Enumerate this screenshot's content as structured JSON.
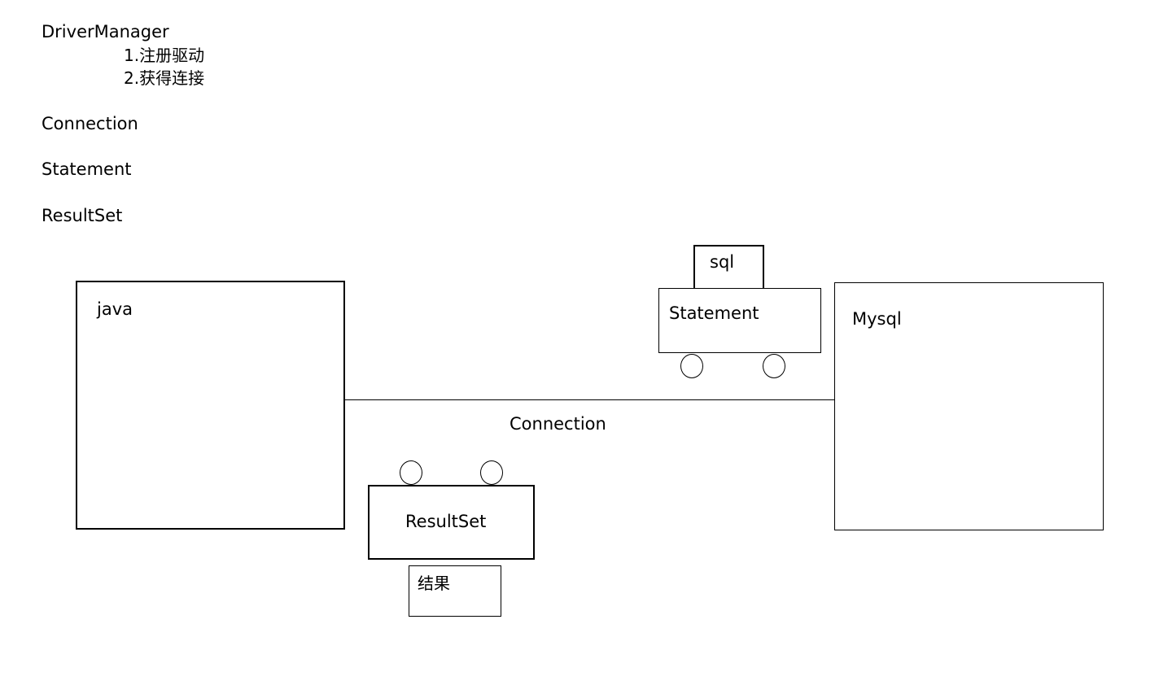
{
  "notes": {
    "driver_manager": "DriverManager",
    "steps": [
      "1.注册驱动",
      "2.获得连接"
    ],
    "connection": "Connection",
    "statement": "Statement",
    "resultset": "ResultSet"
  },
  "diagram": {
    "java_label": "java",
    "mysql_label": "Mysql",
    "connection_label": "Connection",
    "statement_label": "Statement",
    "sql_label": "sql",
    "resultset_label": "ResultSet",
    "result_label": "结果"
  }
}
